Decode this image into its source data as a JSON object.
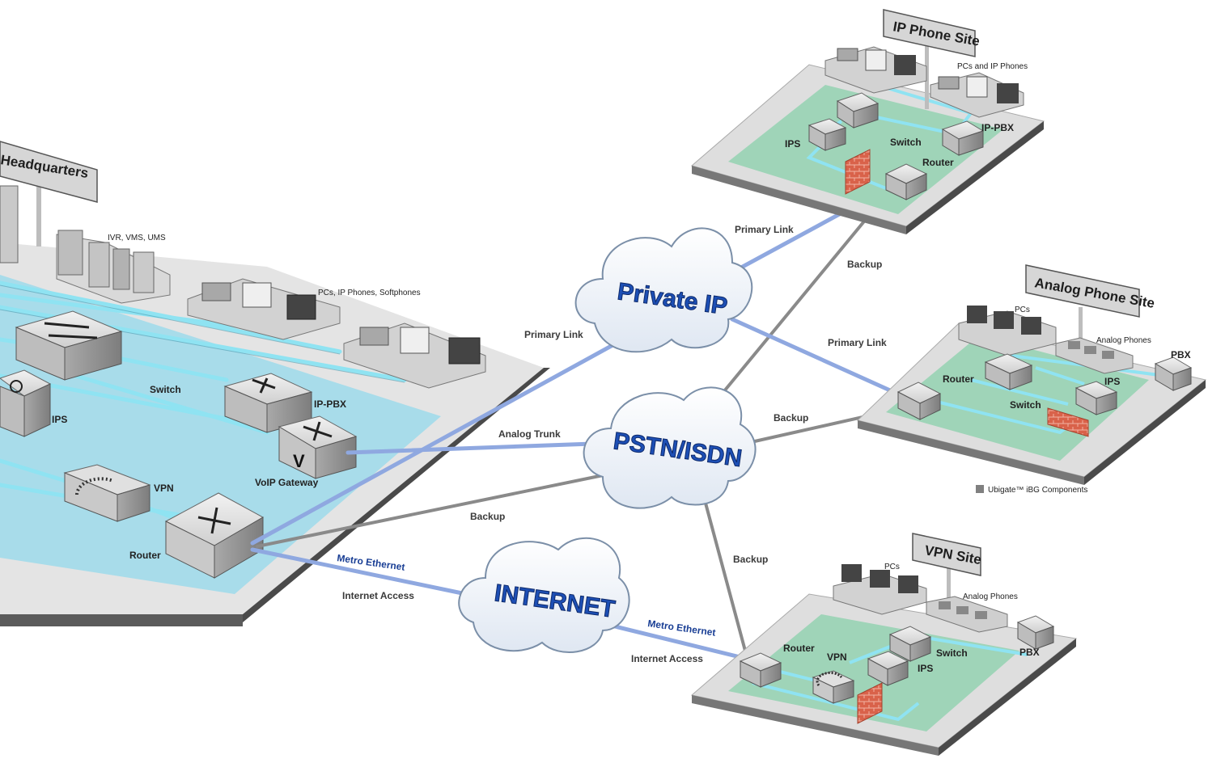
{
  "sites": {
    "headquarters": {
      "title": "Headquarters",
      "servers_label": "IVR, VMS, UMS",
      "pcs_label": "PCs, IP Phones, Softphones",
      "switch": "Switch",
      "ips": "IPS",
      "ippbx": "IP-PBX",
      "voip_gateway": "VoIP Gateway",
      "vpn": "VPN",
      "router": "Router"
    },
    "ip_phone_site": {
      "title": "IP Phone Site",
      "pcs_label": "PCs and IP Phones",
      "ips": "IPS",
      "switch": "Switch",
      "ippbx": "IP-PBX",
      "router": "Router"
    },
    "analog_phone_site": {
      "title": "Analog Phone Site",
      "pcs": "PCs",
      "analog_phones": "Analog Phones",
      "pbx": "PBX",
      "router": "Router",
      "ips": "IPS",
      "switch": "Switch"
    },
    "vpn_site": {
      "title": "VPN Site",
      "pcs": "PCs",
      "analog_phones": "Analog Phones",
      "router": "Router",
      "vpn": "VPN",
      "switch": "Switch",
      "ips": "IPS",
      "pbx": "PBX"
    }
  },
  "clouds": {
    "private_ip": "Private IP",
    "pstn": "PSTN/ISDN",
    "internet": "INTERNET"
  },
  "links": {
    "hq_primary": "Primary Link",
    "ipsite_primary": "Primary Link",
    "ipsite_backup": "Backup",
    "analog_primary": "Primary Link",
    "analog_backup": "Backup",
    "analog_trunk": "Analog Trunk",
    "hq_backup": "Backup",
    "vpn_backup": "Backup",
    "hq_metro": "Metro Ethernet",
    "hq_internet": "Internet Access",
    "vpn_metro": "Metro Ethernet",
    "vpn_internet": "Internet Access"
  },
  "legend": {
    "label": "Ubigate™ iBG Components"
  },
  "colors": {
    "primary_link": "#8fa8e0",
    "backup_link": "#8a8a8a",
    "lan_cable": "#8fe3f2",
    "hq_floor": "#a8dcea",
    "site_floor": "#9fd4b8",
    "cloud_text": "#1d4fb5"
  }
}
